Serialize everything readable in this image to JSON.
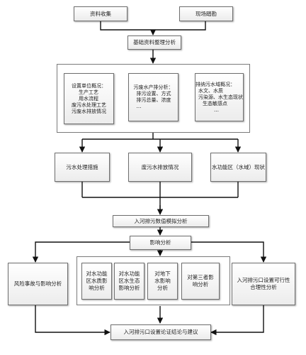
{
  "diagram": {
    "data_collection": "资料收集",
    "site_survey": "现场踏勘",
    "basic_analysis": "基础资料整理分析",
    "unit_overview": {
      "title": "设置单位概况：",
      "lines": [
        "生产工艺",
        "用水流程",
        "废污水处理工艺",
        "污废水排放情况"
      ]
    },
    "discharge_analysis": {
      "title": "污废水产排分析：",
      "lines": [
        "排污设置、方式",
        "排污总量、浓度",
        "…"
      ]
    },
    "water_body_overview": {
      "title": "排纳污水域概况：",
      "lines": [
        "水文、水质",
        "污染源、水生态现状",
        "生态敏感点",
        "…"
      ]
    },
    "sewage_treatment": "污水处理措施",
    "wastewater_discharge": "废污水排放情况",
    "water_function_zone": "水功能区（水域）现状",
    "numerical_simulation": "入河排污数值模拟分析",
    "impact_analysis": "影响分析",
    "risk_analysis": "风险事故与影响分析",
    "impact_items": [
      [
        "对水功能",
        "区水质影",
        "响分析"
      ],
      [
        "对水功能",
        "区水生态",
        "影响分析"
      ],
      [
        "对地下",
        "水影响",
        "分析"
      ],
      [
        "对第三者影",
        "响分析"
      ]
    ],
    "feasibility": [
      "入河排污口设置可行性",
      "合理性分析"
    ],
    "conclusion": "入河排污口设置论证结论与建议"
  }
}
